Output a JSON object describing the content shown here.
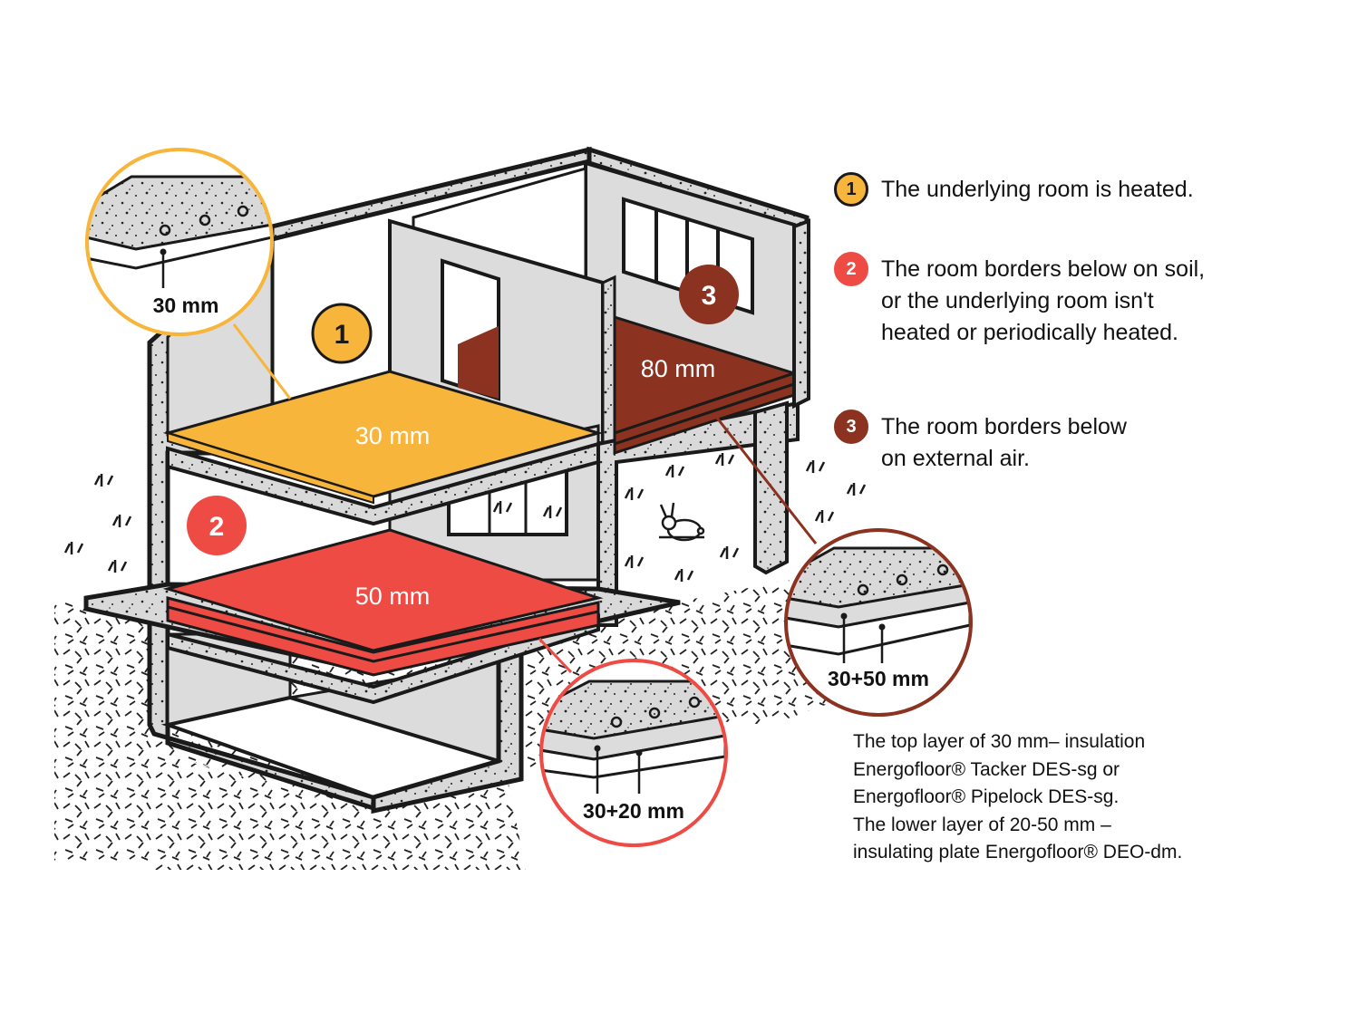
{
  "colors": {
    "heated": "#F7B53B",
    "soil": "#EE4B45",
    "external_air": "#8B3220",
    "concrete": "#D9D9D9",
    "outline": "#1a1a1a",
    "screed": "#C9C9C9"
  },
  "legend": [
    {
      "number": "1",
      "text": "The underlying room is heated.",
      "color": "#F7B53B",
      "text_color": "#1a1a1a"
    },
    {
      "number": "2",
      "text": "The room borders below on soil,\nor the underlying room isn't\nheated or periodically heated.",
      "color": "#EE4B45",
      "text_color": "#ffffff"
    },
    {
      "number": "3",
      "text": "The room borders below\non external air.",
      "color": "#8B3220",
      "text_color": "#ffffff"
    }
  ],
  "floors": {
    "heated": {
      "number": "1",
      "label": "30 mm"
    },
    "soil": {
      "number": "2",
      "label": "50 mm"
    },
    "external_air": {
      "number": "3",
      "label": "80 mm"
    }
  },
  "details": {
    "heated": {
      "label": "30 mm"
    },
    "soil": {
      "label": "30+20 mm"
    },
    "external_air": {
      "label": "30+50 mm"
    }
  },
  "note": "The top layer of 30 mm– insulation\nEnergofloor® Tacker DES-sg or\nEnergofloor® Pipelock DES-sg.\nThe lower layer of 20-50 mm –\ninsulating plate Energofloor® DEO-dm.",
  "icons": {
    "rabbit": "rabbit-icon",
    "grass": "grass-icon",
    "window": "window-icon",
    "door": "door-icon"
  }
}
